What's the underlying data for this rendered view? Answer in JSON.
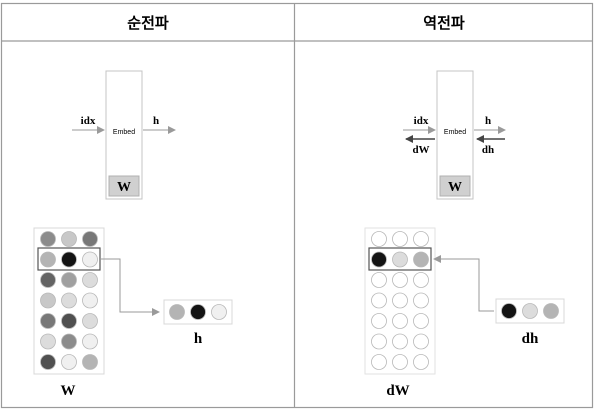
{
  "panels": [
    {
      "title": "순전파",
      "node_label": "Embed",
      "node_weight": "W",
      "input_label": "idx",
      "output_label": "h",
      "matrix_label": "W",
      "vector_label": "h",
      "matrix": [
        [
          "#8c8c8c",
          "#c8c8c8",
          "#787878"
        ],
        [
          "#b4b4b4",
          "#141414",
          "#f0f0f0"
        ],
        [
          "#646464",
          "#a0a0a0",
          "#dcdcdc"
        ],
        [
          "#c8c8c8",
          "#dcdcdc",
          "#f0f0f0"
        ],
        [
          "#787878",
          "#505050",
          "#dcdcdc"
        ],
        [
          "#dcdcdc",
          "#8c8c8c",
          "#f0f0f0"
        ],
        [
          "#505050",
          "#f0f0f0",
          "#b4b4b4"
        ]
      ],
      "vector": [
        "#b4b4b4",
        "#141414",
        "#f0f0f0"
      ]
    },
    {
      "title": "역전파",
      "node_label": "Embed",
      "node_weight": "W",
      "input_label": "idx",
      "input_grad_label": "dW",
      "output_label": "h",
      "output_grad_label": "dh",
      "matrix_label": "dW",
      "vector_label": "dh",
      "matrix": [
        [
          "#ffffff",
          "#ffffff",
          "#ffffff"
        ],
        [
          "#141414",
          "#dcdcdc",
          "#b4b4b4"
        ],
        [
          "#ffffff",
          "#ffffff",
          "#ffffff"
        ],
        [
          "#ffffff",
          "#ffffff",
          "#ffffff"
        ],
        [
          "#ffffff",
          "#ffffff",
          "#ffffff"
        ],
        [
          "#ffffff",
          "#ffffff",
          "#ffffff"
        ],
        [
          "#ffffff",
          "#ffffff",
          "#ffffff"
        ]
      ],
      "vector": [
        "#141414",
        "#dcdcdc",
        "#b4b4b4"
      ]
    }
  ],
  "highlighted_row": 1,
  "colors": {
    "frame": "#9a9a9a",
    "arrow": "#9a9a9a",
    "arrow_dark": "#444444",
    "weight_box": "#d0d0d0"
  }
}
